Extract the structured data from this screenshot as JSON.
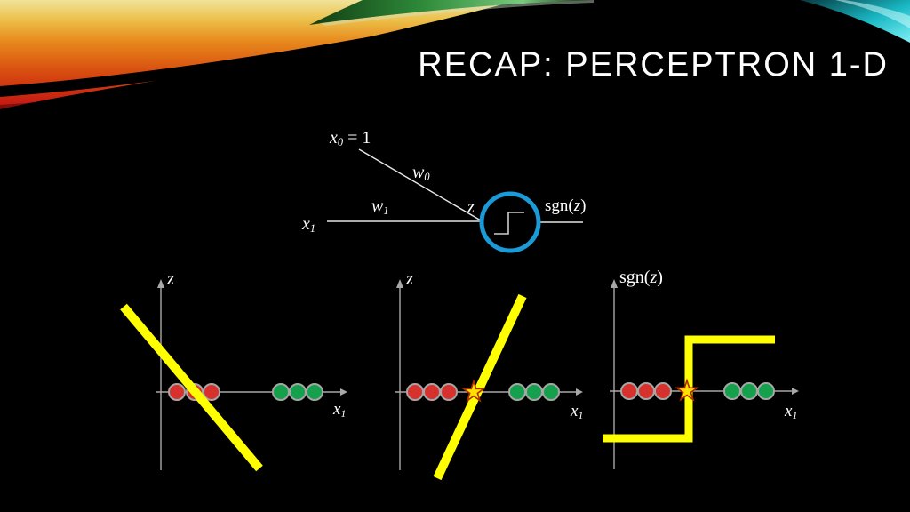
{
  "slide": {
    "title": "RECAP: PERCEPTRON 1-D"
  },
  "diagram": {
    "input_bias": {
      "base": "x",
      "sub": "0",
      "rest": " = 1"
    },
    "weight_bias": {
      "base": "w",
      "sub": "0"
    },
    "weight_input": {
      "base": "w",
      "sub": "1"
    },
    "input_x1": {
      "base": "x",
      "sub": "1"
    },
    "pre_activation": "z",
    "activation_output": {
      "pre": "sgn(",
      "var": "z",
      "post": ")"
    }
  },
  "plots": [
    {
      "y_label": "z",
      "x_label": {
        "base": "x",
        "sub": "1"
      },
      "red_points": 3,
      "green_points": 3,
      "overlay": "negative-slope-decision-line"
    },
    {
      "y_label": "z",
      "x_label": {
        "base": "x",
        "sub": "1"
      },
      "red_points": 3,
      "green_points": 3,
      "overlay": "positive-slope-decision-line",
      "marker": "star-at-threshold"
    },
    {
      "y_label": {
        "pre": "sgn(",
        "var": "z",
        "post": ")"
      },
      "x_label": {
        "base": "x",
        "sub": "1"
      },
      "red_points": 3,
      "green_points": 3,
      "overlay": "step-function",
      "marker": "star-at-threshold"
    }
  ],
  "colors": {
    "background": "#000000",
    "title_text": "#ffffff",
    "axis_gray": "#a8a8a8",
    "wire_white": "#e6e6e6",
    "neuron_circle_blue": "#1a9ad6",
    "decision_line_yellow": "#ffff00",
    "point_red": "#d6312c",
    "point_green": "#14a04c",
    "point_outline_gray": "#a6a6a6",
    "star_fill": "#ffe000",
    "star_outline": "#b02a00",
    "decor_left_palette": [
      "#c21212",
      "#d84e10",
      "#e8891c",
      "#ecc04a",
      "#f0e39a",
      "#2e8b3a"
    ],
    "decor_right_palette": [
      "#063b40",
      "#19b8c4",
      "#7ff0f4"
    ]
  }
}
